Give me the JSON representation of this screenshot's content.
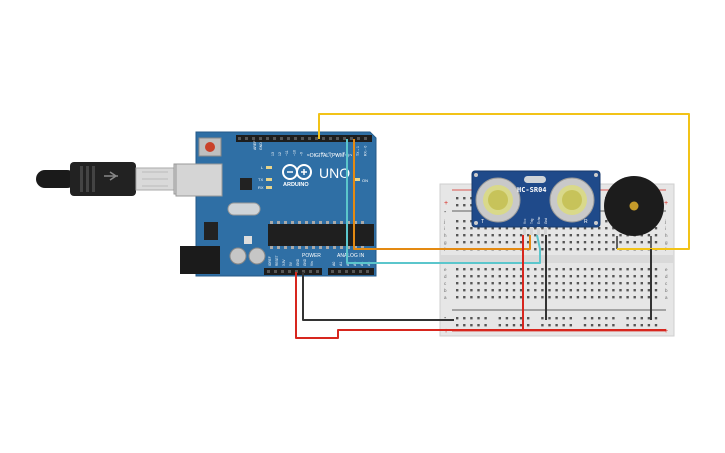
{
  "board": {
    "brand_logo_text": "ARDUINO",
    "model": "UNO",
    "digital_label": "DIGITAL (PWM~)",
    "power_label": "POWER",
    "analog_label": "ANALOG IN",
    "tx_label": "TX",
    "rx_label": "RX",
    "on_label": "ON",
    "l_label": "L",
    "aref": "AREF",
    "gnd": "GND",
    "digital_pins": [
      "13",
      "12",
      "~11",
      "~10",
      "~9",
      "8",
      "7",
      "~6",
      "~5",
      "4",
      "~3",
      "2",
      "TX→1",
      "RX←0"
    ],
    "power_pins": [
      "IOREF",
      "RESET",
      "3.3V",
      "5V",
      "GND",
      "GND",
      "Vin"
    ],
    "analog_pins": [
      "A0",
      "A1",
      "A2",
      "A3",
      "A4",
      "A5"
    ]
  },
  "sensor": {
    "model": "HC-SR04",
    "pin_labels": [
      "Vcc",
      "Trig",
      "Echo",
      "Gnd"
    ],
    "t_label": "T",
    "r_label": "R"
  },
  "breadboard": {
    "row_letters_top": [
      "j",
      "i",
      "h",
      "g",
      "f"
    ],
    "row_letters_bottom": [
      "e",
      "d",
      "c",
      "b",
      "a"
    ],
    "plus": "+",
    "minus": "-"
  },
  "colors": {
    "board": "#2f6fa5",
    "wire_yellow": "#f2c318",
    "wire_orange": "#e48a12",
    "wire_teal": "#5bc6cc",
    "wire_red": "#d7261e",
    "wire_black": "#333333",
    "sensor_board": "#1f4a8a"
  }
}
